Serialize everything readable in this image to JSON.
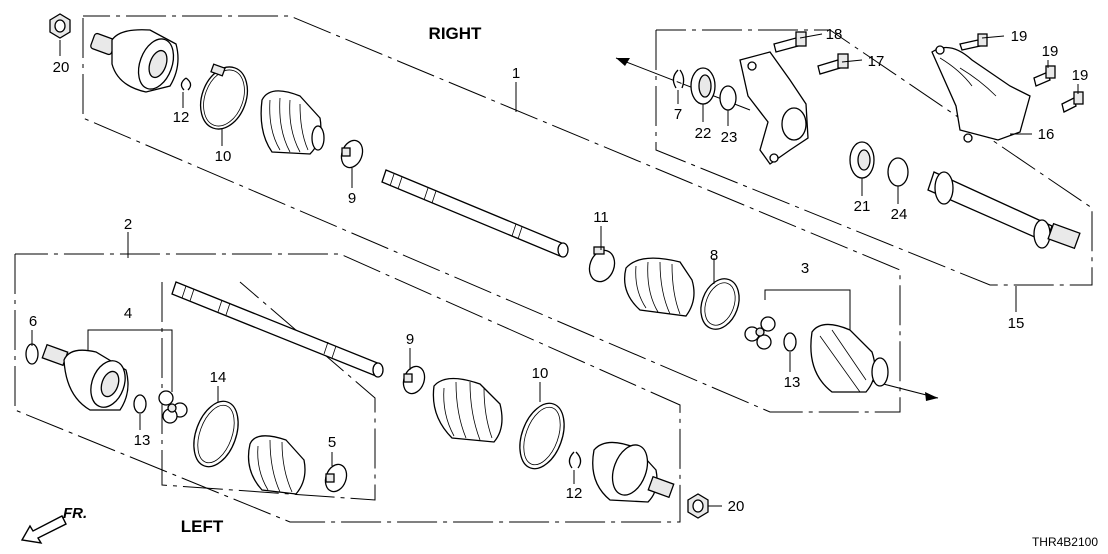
{
  "headings": {
    "right": "RIGHT",
    "left": "LEFT",
    "front": "FR."
  },
  "diagram_code": "THR4B2100",
  "callouts": {
    "c1": "1",
    "c2": "2",
    "c3": "3",
    "c4": "4",
    "c5": "5",
    "c6": "6",
    "c7": "7",
    "c8": "8",
    "c9a": "9",
    "c9b": "9",
    "c10a": "10",
    "c10b": "10",
    "c11": "11",
    "c12a": "12",
    "c12b": "12",
    "c13a": "13",
    "c13b": "13",
    "c14": "14",
    "c15": "15",
    "c16": "16",
    "c17": "17",
    "c18": "18",
    "c19a": "19",
    "c19b": "19",
    "c19c": "19",
    "c20a": "20",
    "c20b": "20",
    "c21": "21",
    "c22": "22",
    "c23": "23",
    "c24": "24"
  }
}
